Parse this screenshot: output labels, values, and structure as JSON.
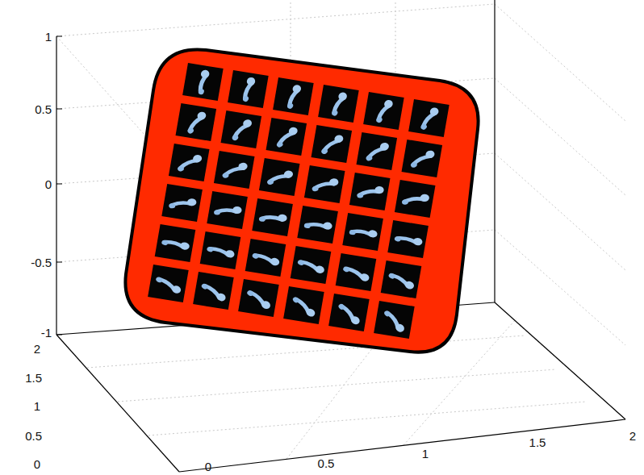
{
  "diagram": {
    "labels": [
      "1",
      "0.5",
      "0",
      "-0.5",
      "-1",
      "2",
      "1.5",
      "1",
      "0.5",
      "0",
      "0",
      "0.5",
      "1",
      "1.5",
      "2"
    ]
  }
}
